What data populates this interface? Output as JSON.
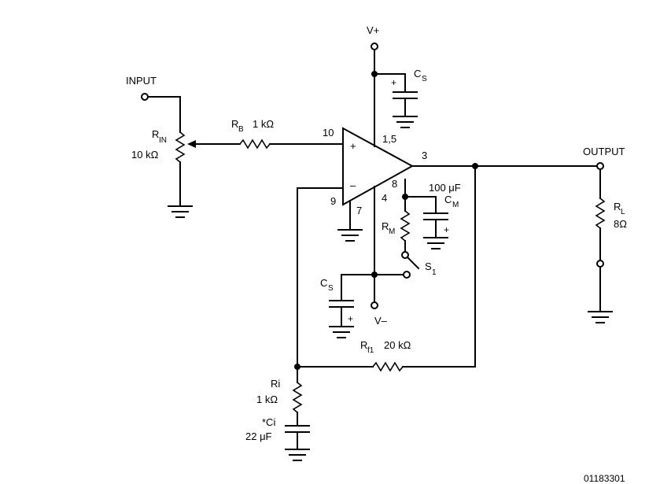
{
  "supply": {
    "vplus": "V+",
    "vminus": "V–"
  },
  "input": {
    "label": "INPUT"
  },
  "output": {
    "label": "OUTPUT"
  },
  "pins": {
    "p10": "10",
    "p9": "9",
    "p7": "7",
    "p4": "4",
    "p15": "1,5",
    "p3": "3",
    "p8": "8",
    "plus": "+",
    "minus": "–"
  },
  "components": {
    "rin": {
      "name": "R",
      "sub": "IN",
      "value": "10 kΩ"
    },
    "rb": {
      "name": "R",
      "sub": "B",
      "value": "1 kΩ"
    },
    "cs_top": {
      "name": "C",
      "sub": "S",
      "pol": "+"
    },
    "cs_bottom": {
      "name": "C",
      "sub": "S",
      "pol": "+"
    },
    "cm": {
      "name": "C",
      "sub": "M",
      "value": "100 μF",
      "pol": "+"
    },
    "rm": {
      "name": "R",
      "sub": "M"
    },
    "s1": {
      "name": "S",
      "sub": "1"
    },
    "rl": {
      "name": "R",
      "sub": "L",
      "value": "8Ω"
    },
    "rf1": {
      "name": "R",
      "sub": "f1",
      "value": "20 kΩ"
    },
    "ri": {
      "name": "Ri",
      "value": "1 kΩ"
    },
    "ci": {
      "name": "*Ci",
      "value": "22 μF"
    }
  },
  "figure_id": "01183301"
}
